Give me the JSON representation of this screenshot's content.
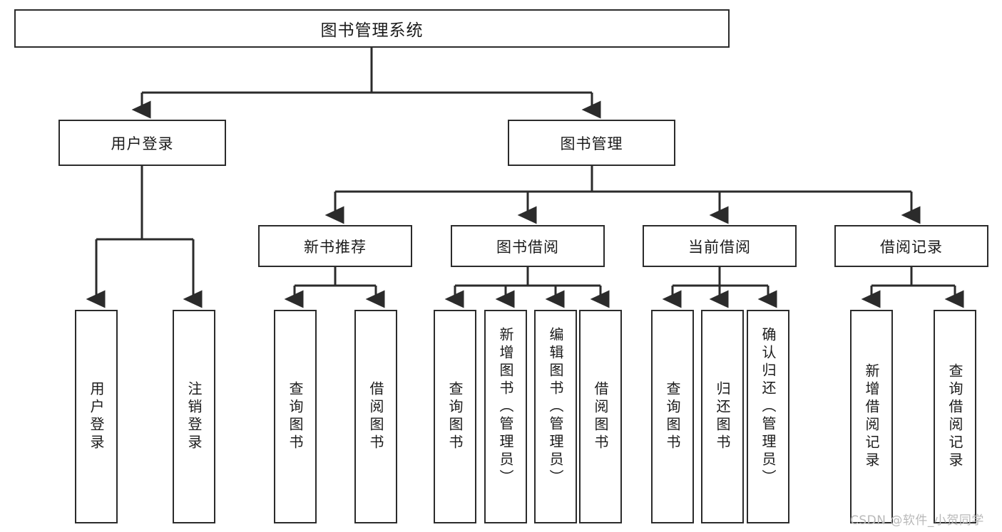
{
  "diagram": {
    "title": "图书管理系统",
    "type": "functional-structure-tree",
    "levels": 4,
    "line_color": "#2b2b2b",
    "box_fill": "#ffffff",
    "text_color": "#1b1b1b"
  },
  "root": {
    "label": "图书管理系统"
  },
  "level2": [
    {
      "label": "用户登录"
    },
    {
      "label": "图书管理"
    }
  ],
  "level3": [
    {
      "label": "新书推荐"
    },
    {
      "label": "图书借阅"
    },
    {
      "label": "当前借阅"
    },
    {
      "label": "借阅记录"
    }
  ],
  "leaves": {
    "user_login": [
      {
        "label": "用户登录"
      },
      {
        "label": "注销登录"
      }
    ],
    "new_book_recommend": [
      {
        "label": "查询图书"
      },
      {
        "label": "借阅图书"
      }
    ],
    "book_borrow": [
      {
        "label": "查询图书"
      },
      {
        "label": "新增图书（管理员）"
      },
      {
        "label": "编辑图书（管理员）"
      },
      {
        "label": "借阅图书"
      }
    ],
    "current_borrow": [
      {
        "label": "查询图书"
      },
      {
        "label": "归还图书"
      },
      {
        "label": "确认归还（管理员）"
      }
    ],
    "borrow_record": [
      {
        "label": "新增借阅记录"
      },
      {
        "label": "查询借阅记录"
      }
    ]
  },
  "watermark": {
    "text": "CSDN @软件_小贺同学"
  }
}
